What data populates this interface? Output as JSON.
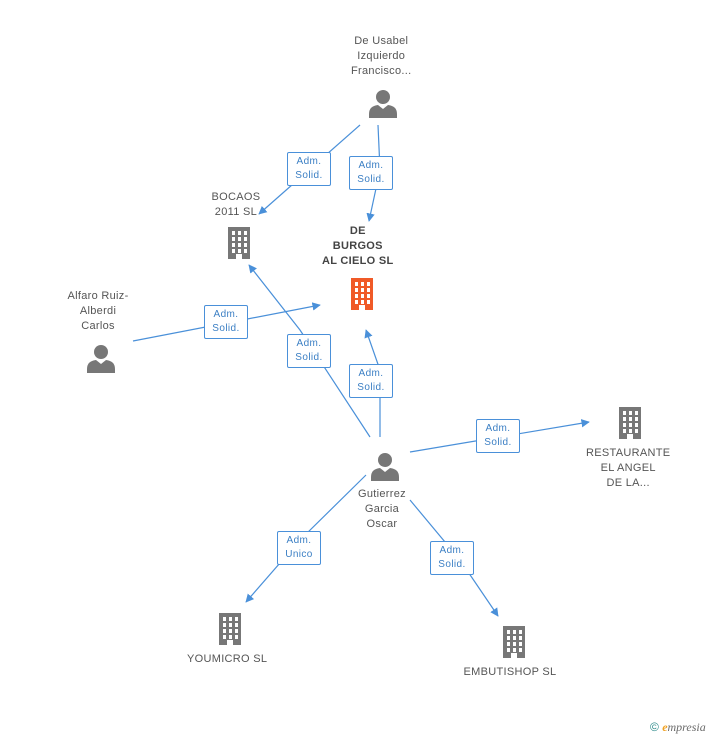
{
  "nodes": [
    {
      "id": "usabel",
      "type": "person",
      "lines": [
        "De Usabel",
        "Izquierdo",
        "Francisco..."
      ],
      "color": "#777777"
    },
    {
      "id": "bocaos",
      "type": "company",
      "lines": [
        "BOCAOS",
        "2011 SL"
      ],
      "color": "#777777"
    },
    {
      "id": "burgos",
      "type": "company",
      "lines": [
        "DE",
        "BURGOS",
        "AL CIELO  SL"
      ],
      "color": "#f05a28",
      "center": true
    },
    {
      "id": "alfaro",
      "type": "person",
      "lines": [
        "Alfaro Ruiz-",
        "Alberdi",
        "Carlos"
      ],
      "color": "#777777"
    },
    {
      "id": "gutierrez",
      "type": "person",
      "lines": [
        "Gutierrez",
        "Garcia",
        "Oscar"
      ],
      "color": "#777777"
    },
    {
      "id": "restaurante",
      "type": "company",
      "lines": [
        "RESTAURANTE",
        "EL ANGEL",
        "DE LA..."
      ],
      "color": "#777777"
    },
    {
      "id": "youmicro",
      "type": "company",
      "lines": [
        "YOUMICRO SL"
      ],
      "color": "#777777"
    },
    {
      "id": "embutishop",
      "type": "company",
      "lines": [
        "EMBUTISHOP SL"
      ],
      "color": "#777777"
    }
  ],
  "edges": [
    {
      "from": "usabel",
      "to": "bocaos",
      "lines": [
        "Adm.",
        "Solid."
      ]
    },
    {
      "from": "usabel",
      "to": "burgos",
      "lines": [
        "Adm.",
        "Solid."
      ]
    },
    {
      "from": "alfaro",
      "to": "burgos",
      "lines": [
        "Adm.",
        "Solid."
      ]
    },
    {
      "from": "gutierrez",
      "to": "bocaos",
      "lines": [
        "Adm.",
        "Solid."
      ]
    },
    {
      "from": "gutierrez",
      "to": "burgos",
      "lines": [
        "Adm.",
        "Solid."
      ]
    },
    {
      "from": "gutierrez",
      "to": "restaurante",
      "lines": [
        "Adm.",
        "Solid."
      ]
    },
    {
      "from": "gutierrez",
      "to": "youmicro",
      "lines": [
        "Adm.",
        "Unico"
      ]
    },
    {
      "from": "gutierrez",
      "to": "embutishop",
      "lines": [
        "Adm.",
        "Solid."
      ]
    }
  ],
  "edge_color": "#4a90d9",
  "footer": {
    "copyright": "©",
    "brand_initial": "e",
    "brand_rest": "mpresia"
  }
}
